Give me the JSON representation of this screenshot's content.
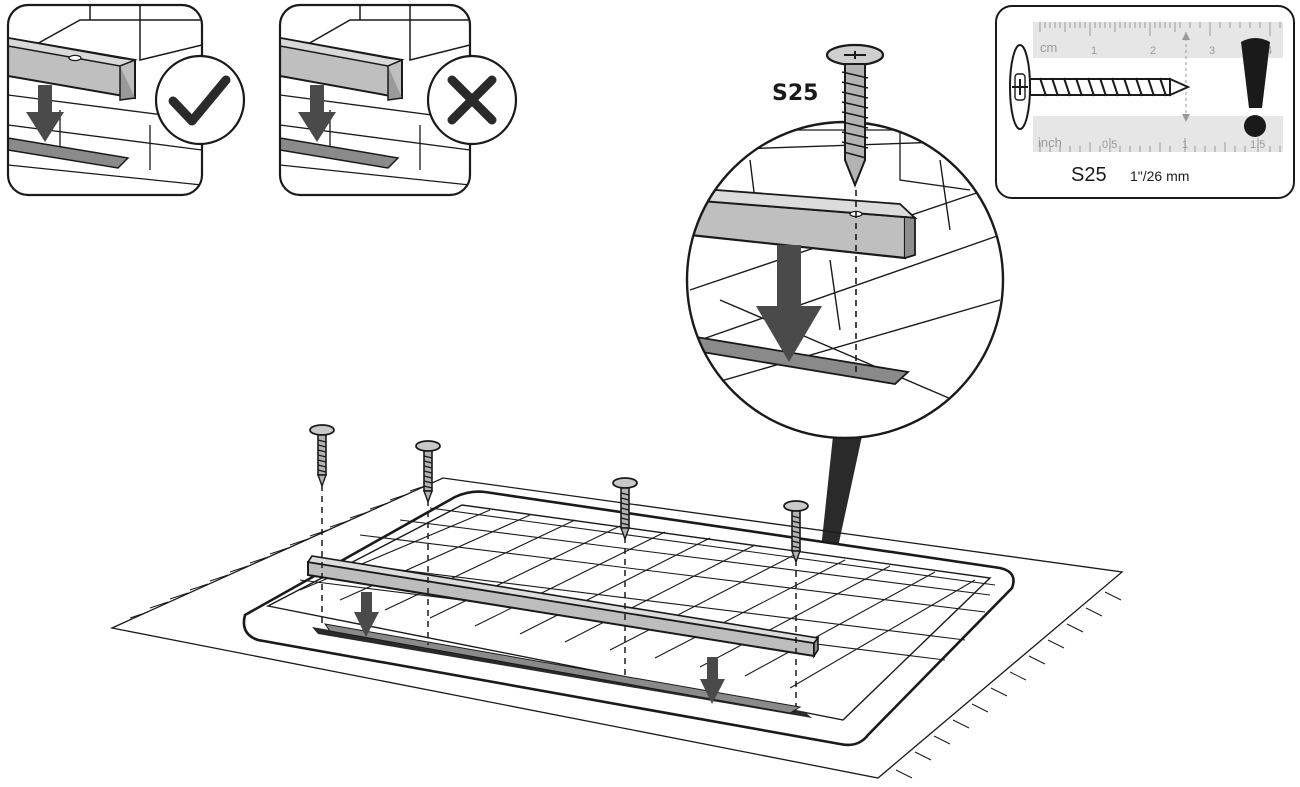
{
  "colors": {
    "ink": "#1a1a1a",
    "rail_grey": "#8a8a8a",
    "rail_light": "#cfcfcf",
    "screw_grey": "#a9a9a9",
    "arrow_grey": "#4a4a4a",
    "ruler_bg": "#e6e6e6",
    "ruler_text": "#9a9a9a"
  },
  "icons": {
    "correct": "check-mark-icon",
    "incorrect": "cross-mark-icon",
    "warning": "exclamation-icon",
    "screw": "phillips-screw-icon",
    "direction": "down-arrow-icon"
  },
  "zoom_callout": {
    "screw_code": "S25"
  },
  "ruler": {
    "cm_label": "cm",
    "cm_ticks": [
      "1",
      "2",
      "3",
      "4"
    ],
    "inch_label": "inch",
    "inch_ticks": [
      "0.5",
      "1",
      "1.5"
    ],
    "screw_code": "S25",
    "screw_size": "1\"/26 mm"
  }
}
